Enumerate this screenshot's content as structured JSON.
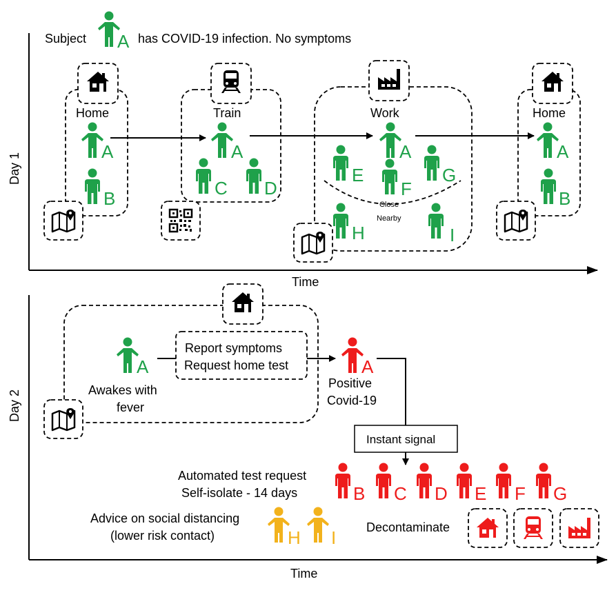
{
  "colors": {
    "green": "#1fa14a",
    "red": "#ee1c1c",
    "yellow": "#f2b21c",
    "black": "#000000"
  },
  "header": {
    "pre": "Subject",
    "subject": "A",
    "post": "has COVID-19 infection. No symptoms"
  },
  "day1": {
    "axis_label": "Day 1",
    "time_label": "Time",
    "home1": {
      "label": "Home",
      "people": [
        "A",
        "B"
      ]
    },
    "train": {
      "label": "Train",
      "people": [
        "A",
        "C",
        "D"
      ]
    },
    "work": {
      "label": "Work",
      "people": [
        "A",
        "E",
        "F",
        "G",
        "H",
        "I"
      ],
      "close_label": "Close",
      "nearby_label": "Nearby"
    },
    "home2": {
      "label": "Home",
      "people": [
        "A",
        "B"
      ]
    }
  },
  "day2": {
    "axis_label": "Day 2",
    "time_label": "Time",
    "awake": {
      "person": "A",
      "line1": "Awakes with",
      "line2": "fever"
    },
    "report": {
      "line1": "Report symptoms",
      "line2": "Request home test"
    },
    "positive": {
      "person": "A",
      "line1": "Positive",
      "line2": "Covid-19"
    },
    "signal": "Instant signal",
    "automated": {
      "line1": "Automated test request",
      "line2": "Self-isolate - 14 days",
      "people": [
        "B",
        "C",
        "D",
        "E",
        "F",
        "G"
      ]
    },
    "advice": {
      "line1": "Advice on social distancing",
      "line2": "(lower risk contact)",
      "people": [
        "H",
        "I"
      ]
    },
    "decontaminate": "Decontaminate"
  },
  "icons": [
    "house-icon",
    "train-icon",
    "factory-icon",
    "map-location-icon",
    "qr-code-icon",
    "person-icon"
  ]
}
